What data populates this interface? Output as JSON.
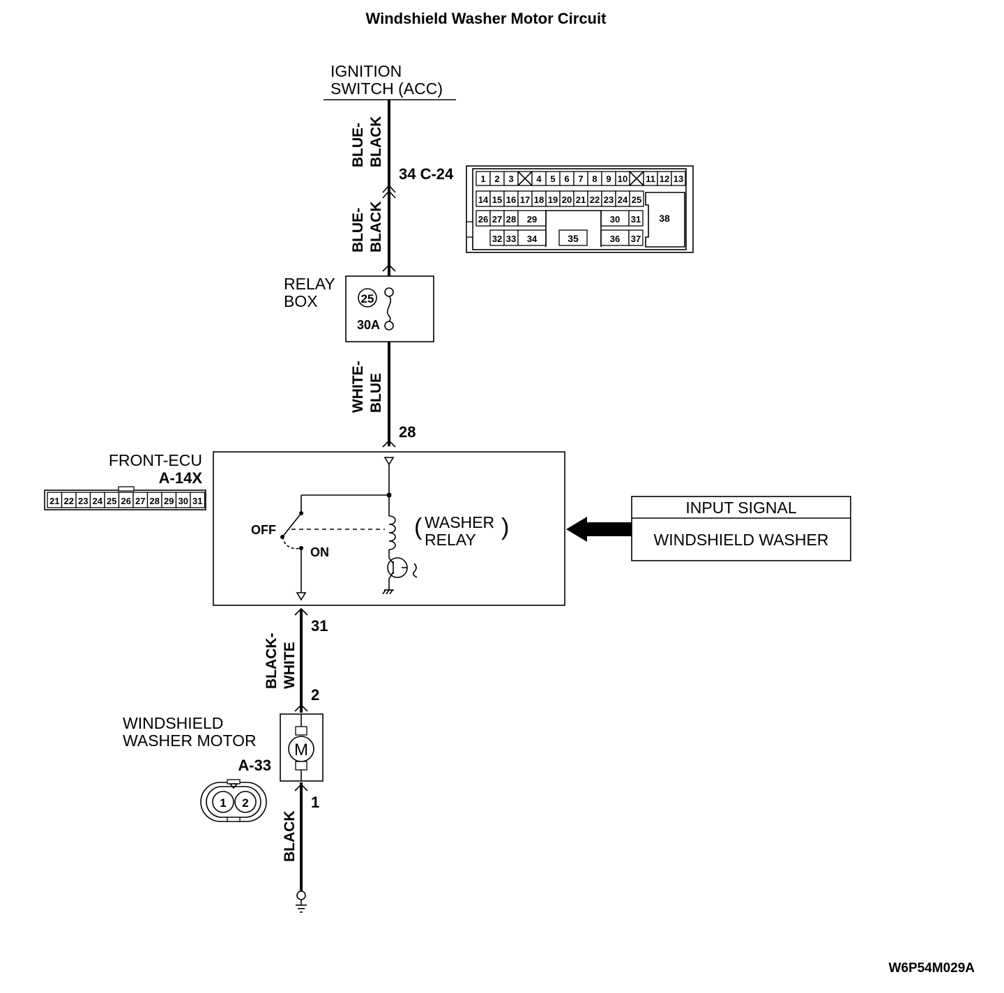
{
  "title": "Windshield Washer Motor Circuit",
  "ignition": {
    "line1": "IGNITION",
    "line2": "SWITCH (ACC)"
  },
  "wires": {
    "blue_black_1": {
      "line1": "BLUE-",
      "line2": "BLACK"
    },
    "blue_black_2": {
      "line1": "BLUE-",
      "line2": "BLACK"
    },
    "white_blue": {
      "line1": "WHITE-",
      "line2": "BLUE"
    },
    "black_white": {
      "line1": "BLACK-",
      "line2": "WHITE"
    },
    "black": "BLACK"
  },
  "c24": {
    "label": "34 C-24",
    "row1": [
      "1",
      "2",
      "3",
      "",
      "4",
      "5",
      "6",
      "7",
      "8",
      "9",
      "10",
      "",
      "11",
      "12",
      "13"
    ],
    "row2": [
      "14",
      "15",
      "16",
      "17",
      "18",
      "19",
      "20",
      "21",
      "22",
      "23",
      "24",
      "25"
    ],
    "row3_left": [
      "26",
      "27",
      "28"
    ],
    "row3_29": "29",
    "row3_right": [
      "30",
      "31"
    ],
    "row4_left": [
      "32",
      "33"
    ],
    "row4_34": "34",
    "row4_35": "35",
    "row4_36": "36",
    "row4_37": "37",
    "big": "38"
  },
  "relay_box": {
    "line1": "RELAY",
    "line2": "BOX",
    "fuse_number": "25",
    "fuse_rating": "30A"
  },
  "pins": {
    "p28": "28",
    "p31": "31",
    "p2": "2",
    "p1": "1"
  },
  "front_ecu": {
    "line1": "FRONT-ECU",
    "connector_id": "A-14X",
    "pins": [
      "21",
      "22",
      "23",
      "24",
      "25",
      "26",
      "27",
      "28",
      "29",
      "30",
      "31"
    ],
    "switch_off": "OFF",
    "switch_on": "ON",
    "relay_line1": "WASHER",
    "relay_line2": "RELAY"
  },
  "input_signal": {
    "header": "INPUT SIGNAL",
    "value": "WINDSHIELD WASHER"
  },
  "motor": {
    "line1": "WINDSHIELD",
    "line2": "WASHER MOTOR",
    "connector_id": "A-33",
    "pins": [
      "1",
      "2"
    ],
    "symbol": "M"
  },
  "code": "W6P54M029A"
}
